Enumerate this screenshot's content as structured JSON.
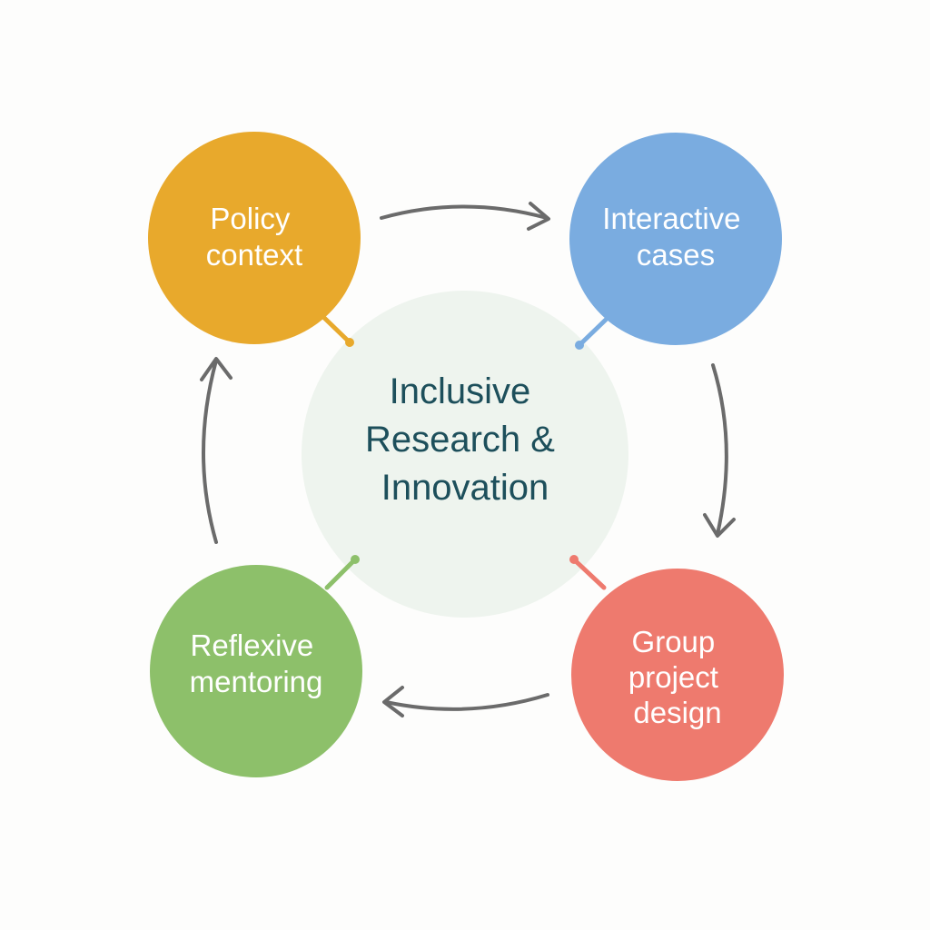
{
  "center": {
    "lines": [
      "Inclusive",
      "Research &",
      "Innovation"
    ],
    "fill": "#eef4ee",
    "text_color": "#1d4f5b"
  },
  "nodes": [
    {
      "id": "policy-context",
      "lines": [
        "Policy",
        "context"
      ],
      "color": "#e8a92c"
    },
    {
      "id": "interactive-cases",
      "lines": [
        "Interactive",
        "cases"
      ],
      "color": "#7aace0"
    },
    {
      "id": "group-project-design",
      "lines": [
        "Group",
        "project",
        "design"
      ],
      "color": "#ee7a6e"
    },
    {
      "id": "reflexive-mentoring",
      "lines": [
        "Reflexive",
        "mentoring"
      ],
      "color": "#8dc06a"
    }
  ],
  "arrow_color": "#6b6b6b"
}
